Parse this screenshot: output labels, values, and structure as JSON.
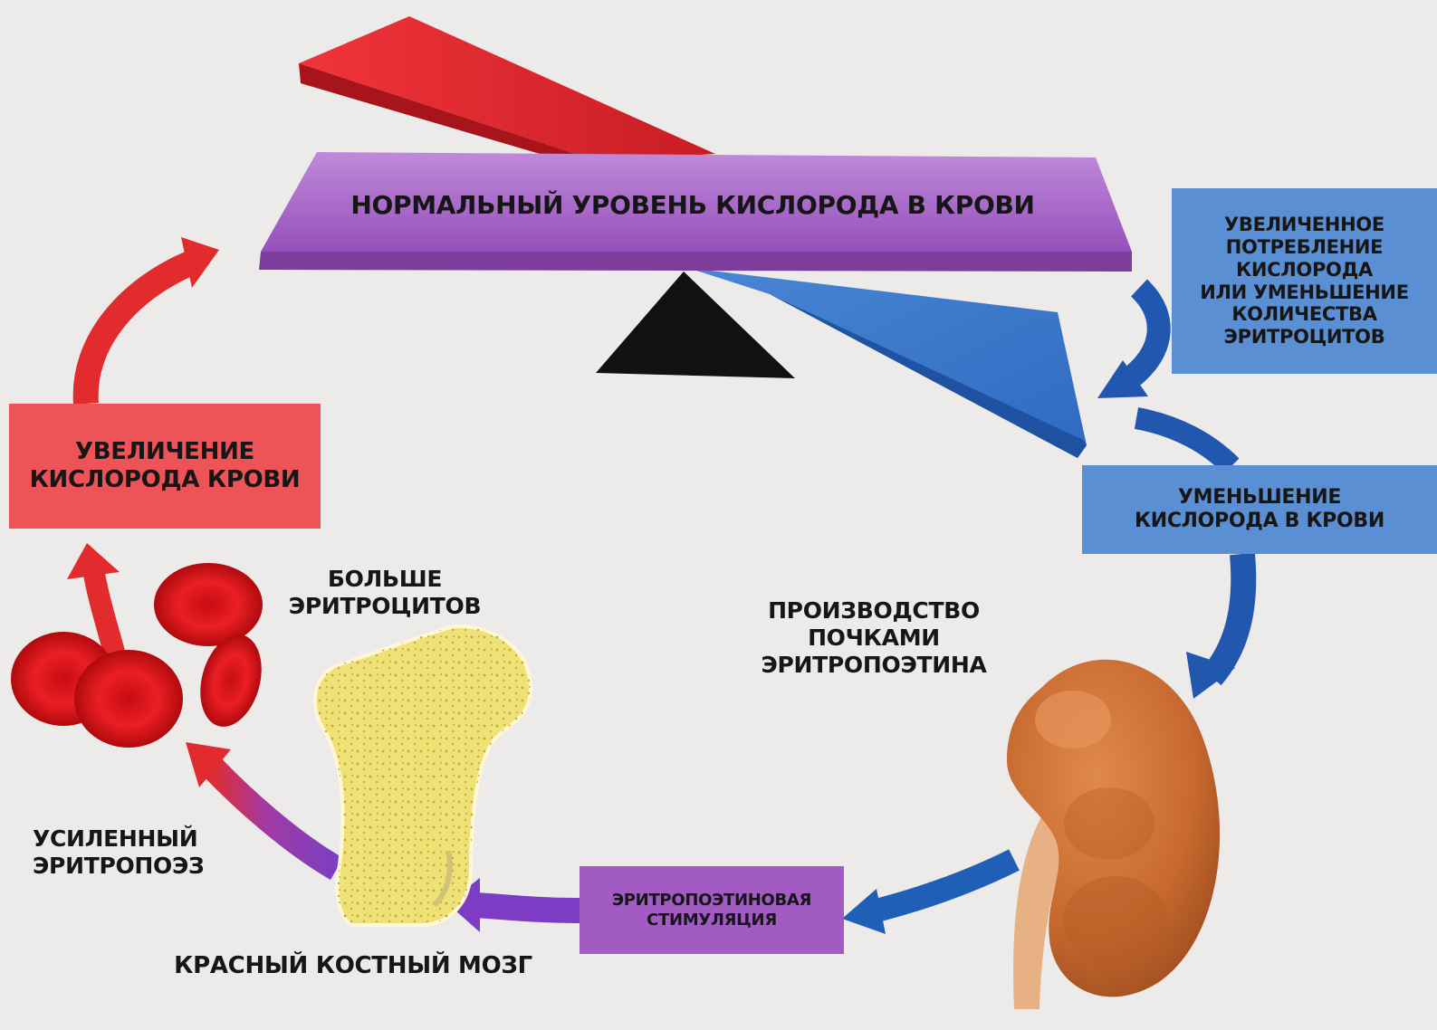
{
  "labels": {
    "normal_level": "НОРМАЛЬНЫЙ УРОВЕНЬ КИСЛОРОДА В КРОВИ",
    "increased_consumption": "УВЕЛИЧЕННОЕ\nПОТРЕБЛЕНИЕ\nКИСЛОРОДА\nИЛИ УМЕНЬШЕНИЕ\nКОЛИЧЕСТВА\nЭРИТРОЦИТОВ",
    "decrease_oxygen": "УМЕНЬШЕНИЕ\nКИСЛОРОДА В КРОВИ",
    "kidney_production": "ПРОИЗВОДСТВО\nПОЧКАМИ\nЭРИТРОПОЭТИНА",
    "epo_stimulation": "ЭРИТРОПОЭТИНОВАЯ\nСТИМУЛЯЦИЯ",
    "red_marrow": "КРАСНЫЙ КОСТНЫЙ МОЗГ",
    "enhanced_erythropoiesis": "УСИЛЕННЫЙ\nЭРИТРОПОЭЗ",
    "more_erythrocytes": "БОЛЬШЕ\nЭРИТРОЦИТОВ",
    "increase_oxygen": "УВЕЛИЧЕНИЕ\nКИСЛОРОДА КРОВИ"
  },
  "icons": {
    "seesaw": "seesaw-balance-icon",
    "fulcrum": "fulcrum-triangle-icon",
    "kidney": "kidney-icon",
    "bone": "bone-marrow-icon",
    "red_cells": "red-blood-cells-icon"
  },
  "colors": {
    "background": "#ecebe9",
    "red": "#e42a2c",
    "blue": "#1f5fb6",
    "box_blue": "#5b8fd3",
    "purple": "#a25bc3",
    "box_red": "#ee5457",
    "kidney": "#c76630",
    "bone": "#ede172"
  }
}
